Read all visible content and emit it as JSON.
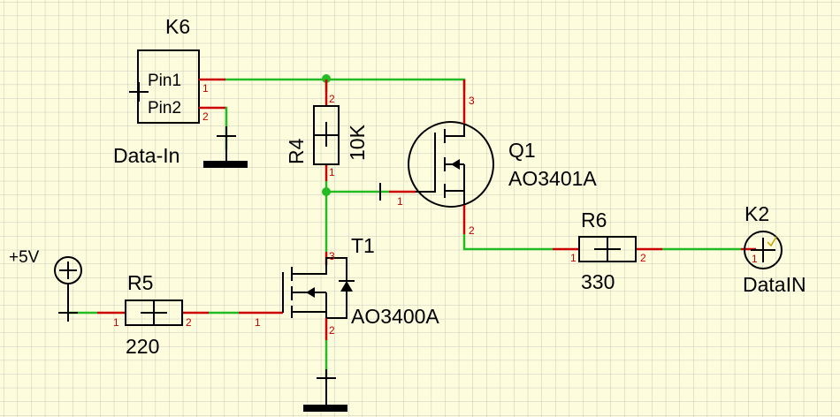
{
  "components": {
    "K6": {
      "ref": "K6",
      "pin1": "Pin1",
      "pin2": "Pin2",
      "value": "Data-In",
      "pin_numbers": [
        "1",
        "2"
      ]
    },
    "R4": {
      "ref": "R4",
      "value": "10K",
      "pin_numbers": [
        "2",
        "1"
      ]
    },
    "Q1": {
      "ref": "Q1",
      "value": "AO3401A",
      "pin_numbers": [
        "3",
        "1",
        "2"
      ]
    },
    "R6": {
      "ref": "R6",
      "value": "330",
      "pin_numbers": [
        "1",
        "2"
      ]
    },
    "K2": {
      "ref": "K2",
      "value": "DataIN",
      "pin_numbers": [
        "1"
      ]
    },
    "supply": {
      "label": "+5V"
    },
    "R5": {
      "ref": "R5",
      "value": "220",
      "pin_numbers": [
        "1",
        "2"
      ]
    },
    "T1": {
      "ref": "T1",
      "value": "AO3400A",
      "pin_numbers": [
        "3",
        "1",
        "2"
      ]
    }
  },
  "colors": {
    "background": "#fdfdde",
    "grid": "#c8c8bc",
    "wire": "#22bb22",
    "pin_lead": "#cc0000",
    "junction": "#22bb22"
  }
}
